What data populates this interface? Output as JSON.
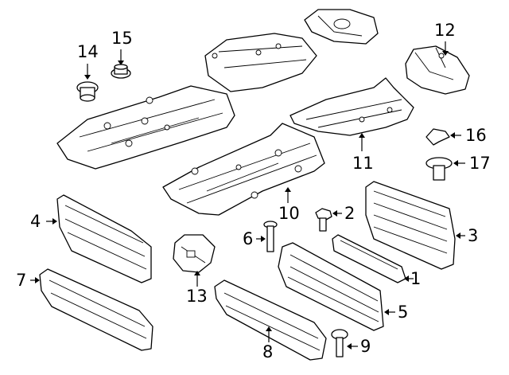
{
  "diagram": {
    "callouts": [
      "1",
      "2",
      "3",
      "4",
      "5",
      "6",
      "7",
      "8",
      "9",
      "10",
      "11",
      "12",
      "13",
      "14",
      "15",
      "16",
      "17"
    ]
  }
}
